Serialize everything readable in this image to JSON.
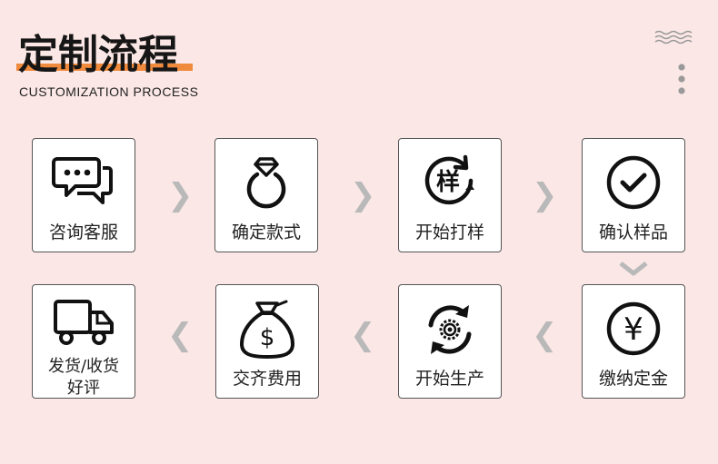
{
  "header": {
    "title": "定制流程",
    "subtitle": "CUSTOMIZATION PROCESS"
  },
  "steps": [
    {
      "label": "咨询客服",
      "icon": "chat-bubbles-icon"
    },
    {
      "label": "确定款式",
      "icon": "ring-icon"
    },
    {
      "label": "开始打样",
      "icon": "sample-cycle-icon",
      "badge": "样"
    },
    {
      "label": "确认样品",
      "icon": "check-circle-icon"
    },
    {
      "label": "缴纳定金",
      "icon": "yen-circle-icon",
      "badge": "¥"
    },
    {
      "label": "开始生产",
      "icon": "production-gear-icon"
    },
    {
      "label": "交齐费用",
      "icon": "money-bag-icon",
      "badge": "$"
    },
    {
      "label_line1": "发货/收货",
      "label_line2": "好评",
      "icon": "truck-icon"
    }
  ],
  "colors": {
    "background": "#fbe8e6",
    "accent": "#f08a3c",
    "arrow": "#b9b9b9"
  }
}
